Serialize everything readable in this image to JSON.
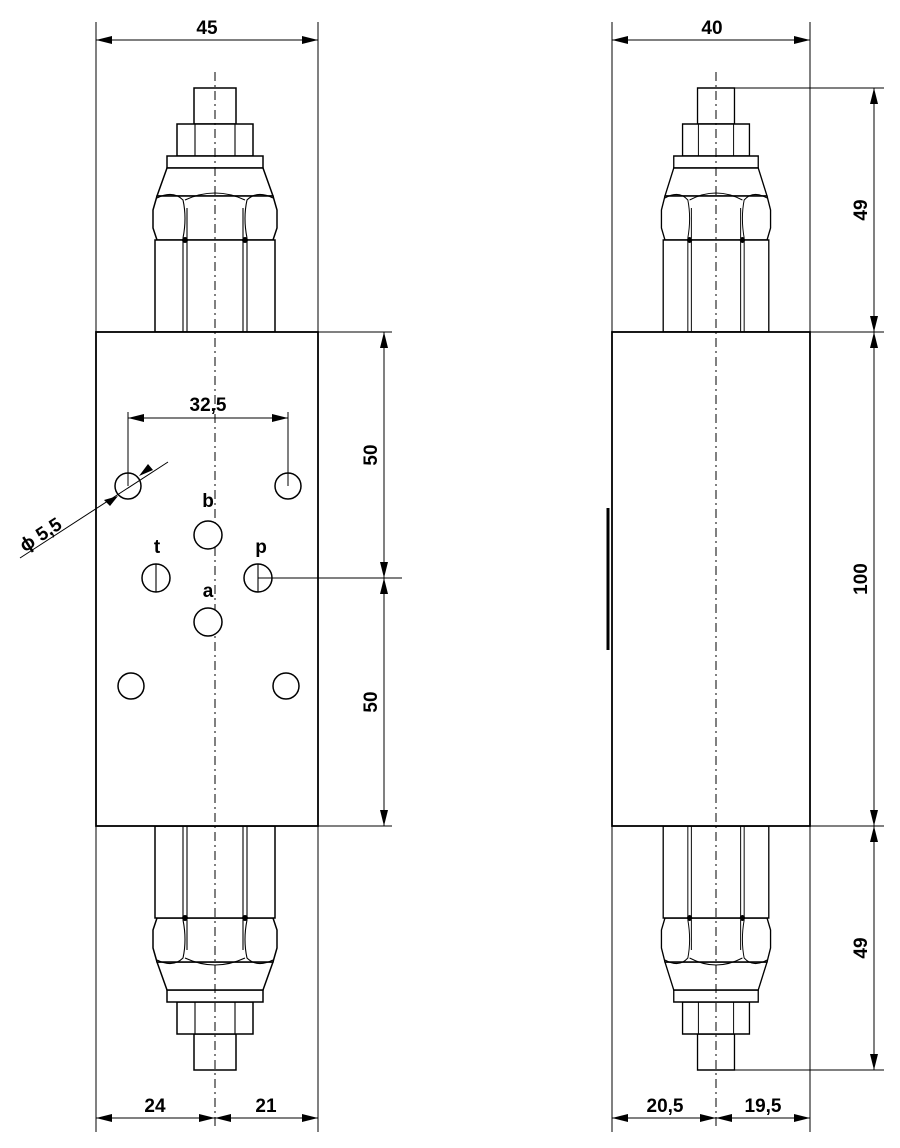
{
  "front_view": {
    "width": "45",
    "hole_spacing": "32,5",
    "hole_diameter": "ϕ 5,5",
    "upper_half": "50",
    "lower_half": "50",
    "left_offset": "24",
    "right_offset": "21",
    "ports": {
      "b": "b",
      "t": "t",
      "p": "p",
      "a": "a"
    }
  },
  "side_view": {
    "width": "40",
    "top_protrusion": "49",
    "height": "100",
    "bottom_protrusion": "49",
    "left_offset": "20,5",
    "right_offset": "19,5"
  }
}
